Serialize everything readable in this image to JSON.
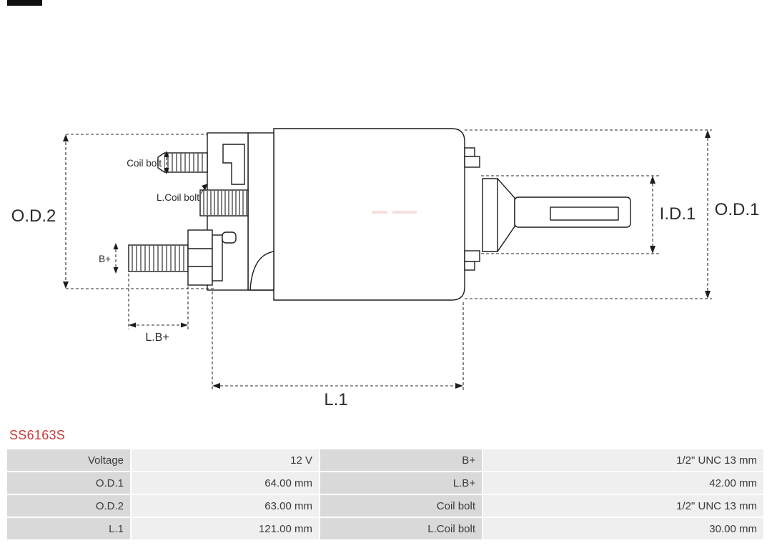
{
  "part_number": "SS6163S",
  "diagram": {
    "labels": {
      "od2": "O.D.2",
      "od1": "O.D.1",
      "id1": "I.D.1",
      "l1": "L.1",
      "lb_plus": "L.B+",
      "b_plus": "B+",
      "coil_bolt": "Coil bolt",
      "l_coil_bolt": "L.Coil bolt"
    }
  },
  "spec_table": {
    "rows": [
      {
        "cells": [
          "Voltage",
          "12 V",
          "B+",
          "1/2\" UNC 13 mm"
        ]
      },
      {
        "cells": [
          "O.D.1",
          "64.00 mm",
          "L.B+",
          "42.00 mm"
        ]
      },
      {
        "cells": [
          "O.D.2",
          "63.00 mm",
          "Coil bolt",
          "1/2\" UNC 13 mm"
        ]
      },
      {
        "cells": [
          "L.1",
          "121.00 mm",
          "L.Coil bolt",
          "30.00 mm"
        ]
      }
    ]
  },
  "colors": {
    "part_number_red": "#c93a3a",
    "table_label_bg": "#d9d9d9",
    "table_value_bg": "#efefef",
    "line_color": "#1c1c1c"
  }
}
